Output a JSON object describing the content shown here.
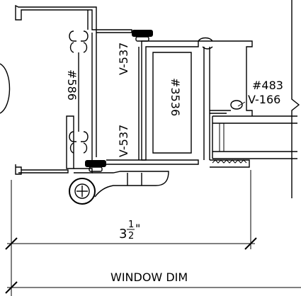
{
  "drawing": {
    "labels": {
      "frame_part": "#586",
      "glazing_bead_part": "#3536",
      "weatherstrip_top": "V-537",
      "weatherstrip_bottom": "V-537",
      "insert_part": "#483",
      "insert_weatherstrip": "V-166"
    },
    "dimensions": {
      "frame_depth_whole": "3",
      "frame_depth_numerator": "1",
      "frame_depth_denominator": "2",
      "frame_depth_unit": "\"",
      "overall_label": "WINDOW DIM"
    }
  }
}
